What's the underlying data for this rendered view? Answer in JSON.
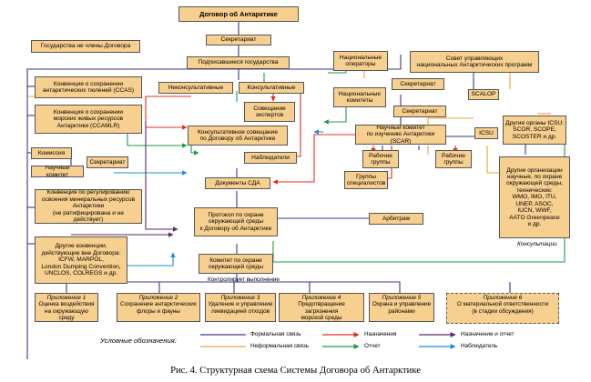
{
  "boxes": {
    "treaty": "Договор об Антарктике",
    "secretariat": "Секретариат",
    "parties": "Подписавшиеся государства",
    "non_members": "Государства не члены Договора",
    "ccas": "Конвенция о сохранении\nантарктических тюленей (CCAS)",
    "ccamlr": "Конвенция о сохранении\nморских живых ресурсов\nАнтарктики (CCAMLR)",
    "commission": "Комиссия",
    "sci_committee_left": "Научный комитет",
    "secretariat_left": "Секретариат",
    "mineral_conv": "Конвенция по регулированию\nосвоения минеральных ресурсов\nАнтарктики\n(не ратифицирована и не действует)",
    "other_conv": "Другие конвенции,\nдействующие вне Договора:\nICFW, MARPOL,\nLondon Dumping Convention,\nUNCLOS, COLREGS и др.",
    "non_consultative": "Неконсультативные",
    "consultative": "Консультативные",
    "expert_meeting": "Совещание\nэкспертов",
    "atcm": "Консультативное совещание\nпо Договору об Антарктике",
    "observers": "Наблюдатели",
    "atcm_documents": "Документы  СДА",
    "protocol": "Протокол по охране\nокружающей среды\nк Договору об Антарктике",
    "arbitration": "Арбитраж",
    "cep": "Комитет по охране\nокружающей среды",
    "national_operators": "Национальные\nоператоры",
    "comnap": "Совет управляющих\nнациональных Антарктических программ",
    "national_committees": "Национальные\nкомитеты",
    "secretariat_comnap": "Секретариат",
    "scalop": "SCALOP",
    "secretariat_scar": "Секретариат",
    "scar": "Научный комитет\nпо изучению Антарктики (SCAR)",
    "icsu": "ICSU",
    "other_icsu": "Другие органы ICSU:\nSCOR, SCOPE,\nSCOSTER и др.",
    "working_groups_1": "Рабочие\nгруппы",
    "working_groups_2": "Рабочие\nгруппы",
    "expert_groups": "Группы\nспециалистов",
    "other_orgs": "Другие организации\nнаучные, по охране\nокружающей среды,\nтехнические:\nWMO, IMO, ITU,\nUNEP, ASOC,\nIUCN, WWF,\nAATO Greenpeace\nи др."
  },
  "labels": {
    "consultations": "Консультации",
    "controls": "Контролирует выполнение"
  },
  "annexes": [
    {
      "title": "Приложение 1",
      "text": "Оценка воздействия\nна окружающую среду"
    },
    {
      "title": "Приложение 2",
      "text": "Сохранение антарктических\nфлоры и фауны"
    },
    {
      "title": "Приложение 3",
      "text": "Удаление и управление\nликвидацией отходов"
    },
    {
      "title": "Приложение 4",
      "text": "Предотвращение загрязнения\nморской среды"
    },
    {
      "title": "Приложение 5",
      "text": "Охрана и управление\nрайонами"
    },
    {
      "title": "Приложение 6",
      "text": "О материальной ответственности\n(в стадии обсуждения)"
    }
  ],
  "legend": {
    "title": "Условные обозначения:",
    "formal": "Формальная связь",
    "informal": "Неформальная связь",
    "appointment": "Назначения",
    "report": "Отчет",
    "appointment_report": "Назначение и отчет",
    "observer": "Наблюдатель"
  },
  "colors": {
    "box_fill": "#f7cf8f",
    "formal": "#3a3a8c",
    "informal": "#e8a33d",
    "appointment": "#e03020",
    "report": "#1f9a4a",
    "appointment_report": "#5a2a6a",
    "observer": "#1e90c8"
  },
  "caption": "Рис. 4. Структурная схема Системы Договора об Антарктике"
}
